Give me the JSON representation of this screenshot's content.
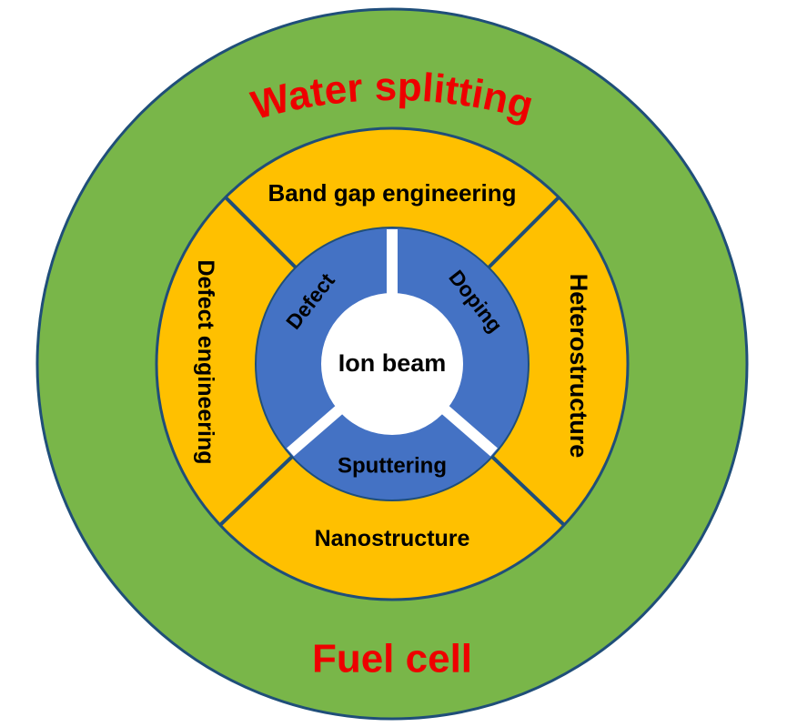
{
  "diagram": {
    "center_label": "Ion beam",
    "outline_color": "#1f4e79",
    "text_color": "#000000",
    "outer_ring": {
      "color": "#79b649",
      "label_color": "#ee0000",
      "top_label": "Water splitting",
      "bottom_label": "Fuel cell"
    },
    "middle_ring": {
      "color": "#ffc000",
      "segments": {
        "top": "Band gap engineering",
        "right": "Heterostructure",
        "bottom": "Nanostructure",
        "left": "Defect engineering"
      }
    },
    "inner_ring": {
      "color": "#4472c4",
      "gap_color": "#ffffff",
      "segments": {
        "upper_left": "Defect",
        "upper_right": "Doping",
        "bottom": "Sputtering"
      }
    }
  }
}
